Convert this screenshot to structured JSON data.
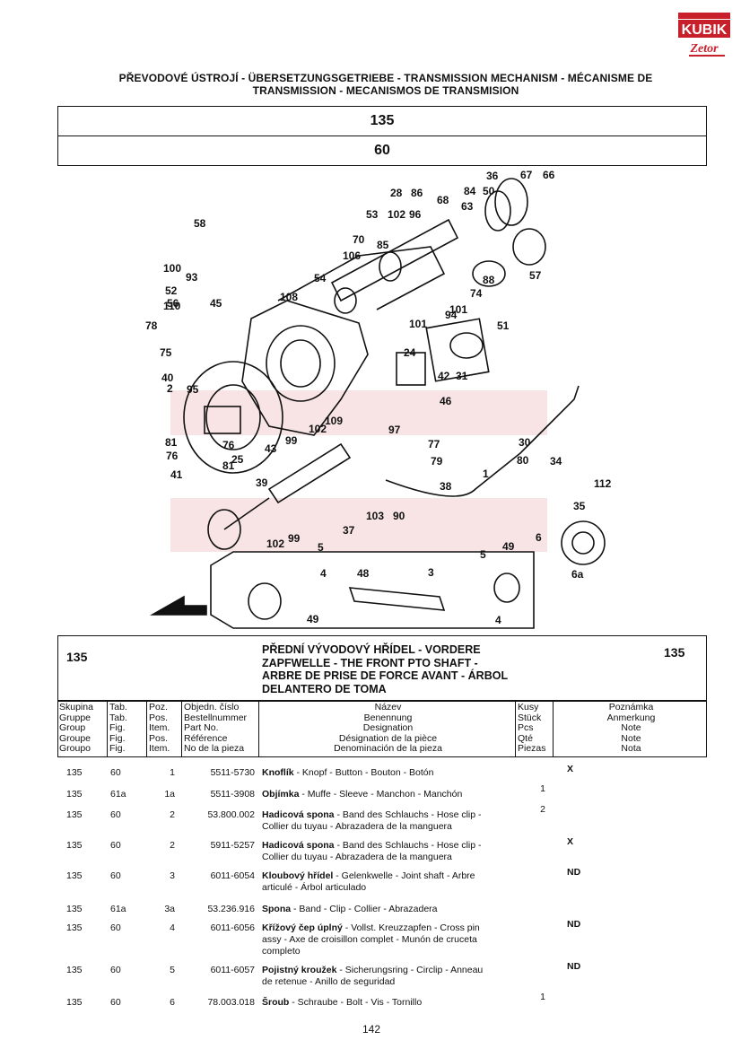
{
  "header": {
    "title": "PŘEVODOVÉ ÚSTROJÍ - ÜBERSETZUNGSGETRIEBE - TRANSMISSION MECHANISM - MÉCANISME DE TRANSMISSION - MECANISMOS DE TRANSMISION",
    "logo_top": "KUBIK",
    "logo_bottom": "Zetor",
    "group_number": "135",
    "table_number": "60"
  },
  "diagram": {
    "callouts": [
      "36",
      "67",
      "66",
      "28",
      "86",
      "84",
      "50",
      "68",
      "63",
      "53",
      "102",
      "96",
      "58",
      "70",
      "85",
      "106",
      "57",
      "88",
      "54",
      "74",
      "100",
      "93",
      "52",
      "56",
      "45",
      "108",
      "110",
      "101",
      "94",
      "51",
      "78",
      "24",
      "75",
      "101",
      "42",
      "31",
      "40",
      "46",
      "2",
      "95",
      "97",
      "109",
      "99",
      "102",
      "77",
      "81",
      "76",
      "43",
      "79",
      "30",
      "80",
      "34",
      "76",
      "25",
      "1",
      "112",
      "81",
      "41",
      "39",
      "38",
      "35",
      "103",
      "90",
      "37",
      "6",
      "99",
      "102",
      "5",
      "49",
      "48",
      "3",
      "5",
      "4",
      "6a",
      "49",
      "4"
    ]
  },
  "section": {
    "number_left": "135",
    "number_right": "135",
    "title_lines": [
      "PŘEDNÍ VÝVODOVÝ HŘÍDEL - VORDERE",
      "ZAPFWELLE - THE FRONT PTO SHAFT -",
      "ARBRE DE PRISE DE FORCE AVANT - ÁRBOL",
      "DELANTERO DE TOMA"
    ]
  },
  "table": {
    "headers": {
      "group": [
        "Skupina",
        "Gruppe",
        "Group",
        "Groupe",
        "Groupo"
      ],
      "table": [
        "Tab.",
        "Tab.",
        "Fig.",
        "Fig.",
        "Fig."
      ],
      "pos": [
        "Poz.",
        "Pos.",
        "Item.",
        "Pos.",
        "Item."
      ],
      "part": [
        "Objedn. číslo",
        "Bestellnummer",
        "Part No.",
        "Référence",
        "No de la pieza"
      ],
      "name": [
        "Název",
        "Benennung",
        "Designation",
        "Désignation de la pièce",
        "Denominación de la pieza"
      ],
      "qty": [
        "Kusy",
        "Stück",
        "Pcs",
        "Qté",
        "Piezas"
      ],
      "note": [
        "Poznámka",
        "Anmerkung",
        "Note",
        "Note",
        "Nota"
      ]
    },
    "rows": [
      {
        "group": "135",
        "tab": "60",
        "pos": "1",
        "part": "5511-5730",
        "name_bold": "Knoflík",
        "name_rest": " - Knopf - Button - Bouton - Botón",
        "name_line2": "",
        "qty": "",
        "note": "X"
      },
      {
        "group": "135",
        "tab": "61a",
        "pos": "1a",
        "part": "5511-3908",
        "name_bold": "Objímka",
        "name_rest": " - Muffe - Sleeve - Manchon - Manchón",
        "name_line2": "",
        "qty": "1",
        "note": ""
      },
      {
        "group": "135",
        "tab": "60",
        "pos": "2",
        "part": "53.800.002",
        "name_bold": "Hadicová spona",
        "name_rest": " - Band des Schlauchs - Hose clip -",
        "name_line2": "Collier du tuyau - Abrazadera de la manguera",
        "qty": "2",
        "note": ""
      },
      {
        "group": "135",
        "tab": "60",
        "pos": "2",
        "part": "5911-5257",
        "name_bold": "Hadicová spona",
        "name_rest": " - Band des Schlauchs - Hose clip -",
        "name_line2": "Collier du tuyau - Abrazadera de la manguera",
        "qty": "",
        "note": "X"
      },
      {
        "group": "135",
        "tab": "60",
        "pos": "3",
        "part": "6011-6054",
        "name_bold": "Kloubový hřídel",
        "name_rest": " - Gelenkwelle - Joint shaft - Arbre",
        "name_line2": "articulé - Árbol articulado",
        "qty": "",
        "note": "ND"
      },
      {
        "group": "135",
        "tab": "61a",
        "pos": "3a",
        "part": "53.236.916",
        "name_bold": "Spona",
        "name_rest": " - Band - Clip - Collier - Abrazadera",
        "name_line2": "",
        "qty": "",
        "note": ""
      },
      {
        "group": "135",
        "tab": "60",
        "pos": "4",
        "part": "6011-6056",
        "name_bold": "Křížový čep úplný",
        "name_rest": " - Vollst. Kreuzzapfen - Cross pin",
        "name_line2": "assy - Axe de croisillon complet - Munón de cruceta",
        "name_line3": "completo",
        "qty": "",
        "note": "ND"
      },
      {
        "group": "135",
        "tab": "60",
        "pos": "5",
        "part": "6011-6057",
        "name_bold": "Pojistný kroužek",
        "name_rest": " - Sicherungsring - Circlip - Anneau",
        "name_line2": "de retenue - Anillo de seguridad",
        "qty": "",
        "note": "ND"
      },
      {
        "group": "135",
        "tab": "60",
        "pos": "6",
        "part": "78.003.018",
        "name_bold": "Šroub",
        "name_rest": " - Schraube - Bolt - Vis - Tornillo",
        "name_line2": "",
        "qty": "1",
        "note": ""
      }
    ]
  },
  "footer": {
    "page": "142"
  }
}
